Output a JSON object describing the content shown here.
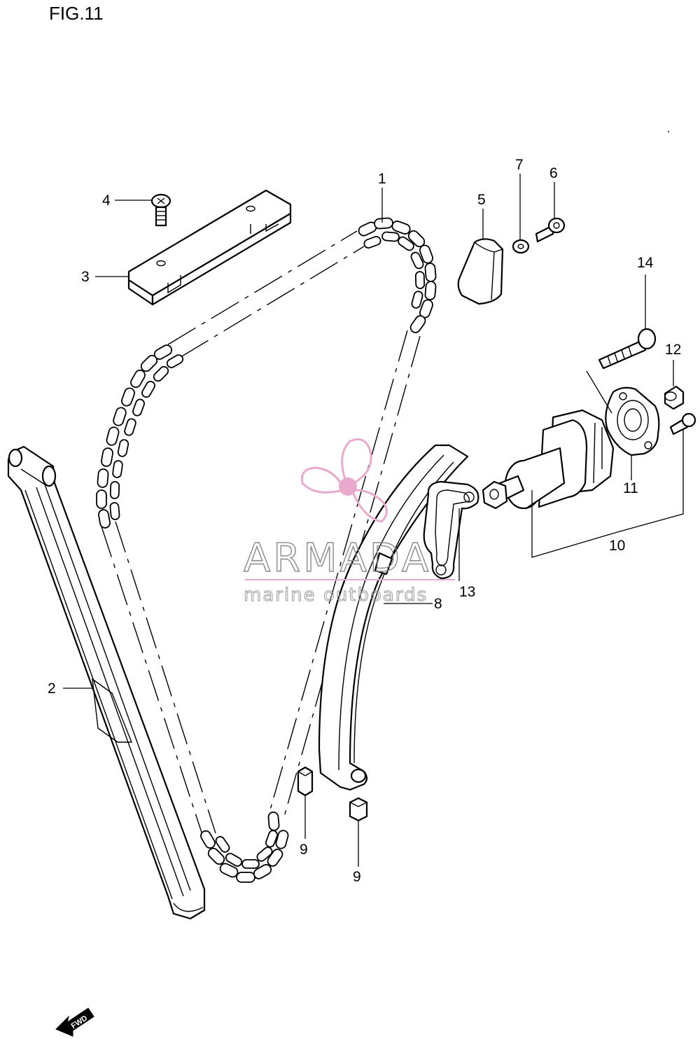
{
  "figure": {
    "title": "FIG.11"
  },
  "callouts": [
    {
      "id": "1",
      "label": "1"
    },
    {
      "id": "2",
      "label": "2"
    },
    {
      "id": "3",
      "label": "3"
    },
    {
      "id": "4",
      "label": "4"
    },
    {
      "id": "5",
      "label": "5"
    },
    {
      "id": "6",
      "label": "6"
    },
    {
      "id": "7",
      "label": "7"
    },
    {
      "id": "8",
      "label": "8"
    },
    {
      "id": "9a",
      "label": "9"
    },
    {
      "id": "9b",
      "label": "9"
    },
    {
      "id": "10",
      "label": "10"
    },
    {
      "id": "11",
      "label": "11"
    },
    {
      "id": "12",
      "label": "12"
    },
    {
      "id": "13",
      "label": "13"
    },
    {
      "id": "14",
      "label": "14"
    }
  ],
  "watermark": {
    "brand": "ARMADA",
    "tagline": "marine outboards",
    "color": "#e9a9cc"
  },
  "forward_indicator": {
    "label": "FWD"
  }
}
